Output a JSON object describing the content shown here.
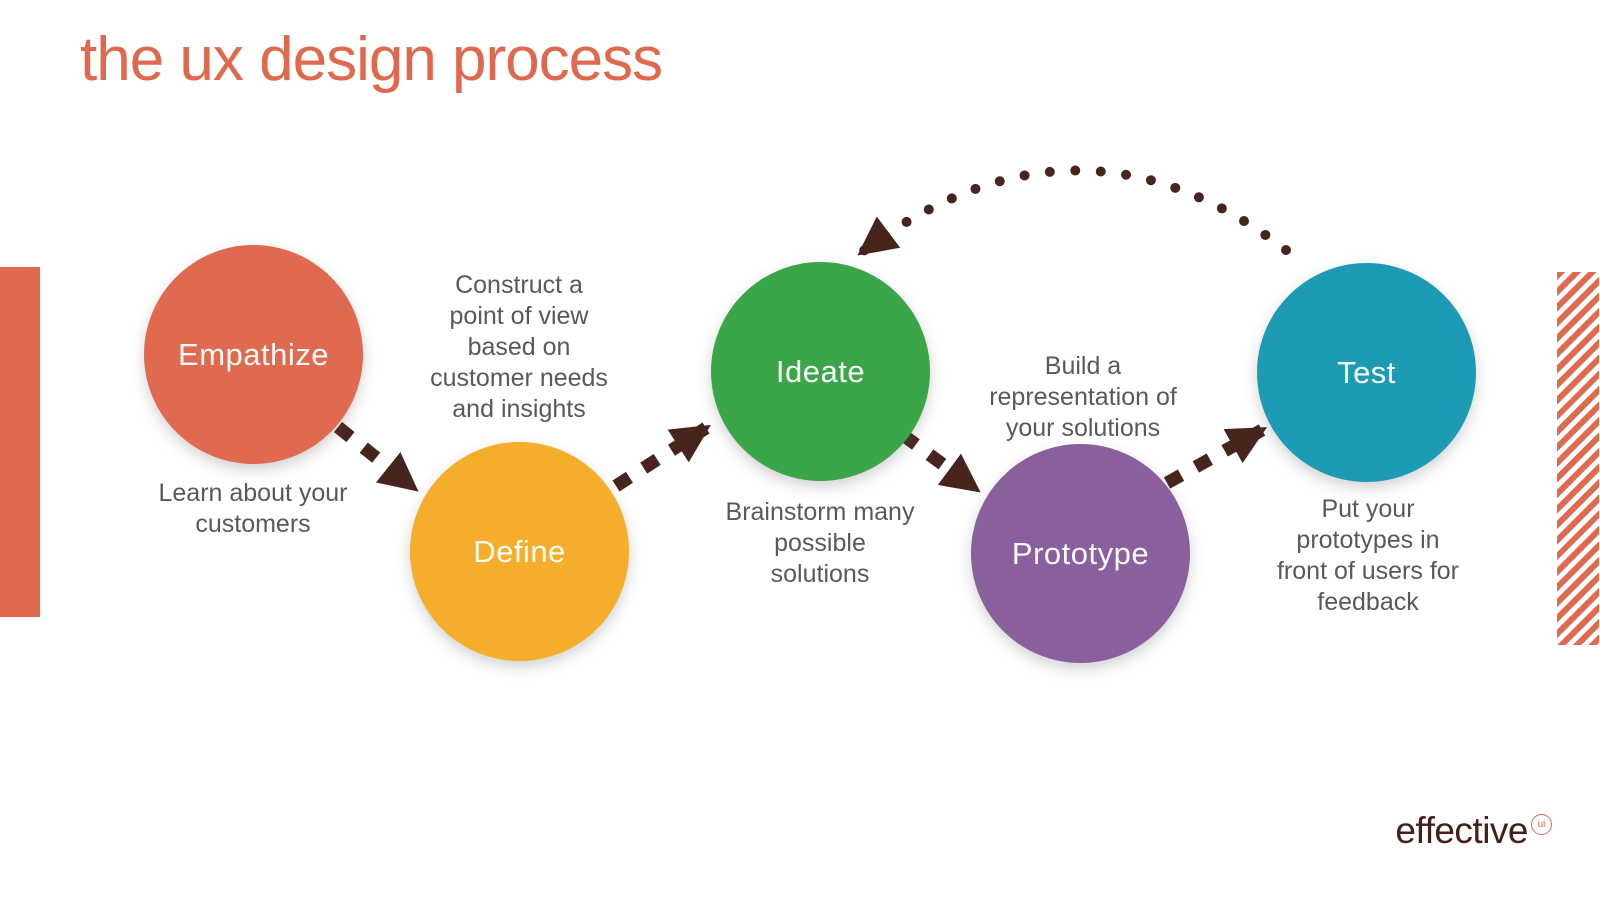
{
  "title": "the ux design process",
  "colors": {
    "coral": "#DF6A50",
    "amber": "#F4AE2B",
    "green": "#3BA54A",
    "purple": "#8A5F9D",
    "teal": "#1D9BB5",
    "arrow_brown": "#47241C",
    "description_text_gray": "#58595B",
    "logo_brown": "#432019",
    "logo_badge_orange": "#E0684C"
  },
  "steps": [
    {
      "label": "Empathize",
      "color": "#DF6A50",
      "description": "Learn about your\ncustomers"
    },
    {
      "label": "Define",
      "color": "#F4AE2B",
      "description": "Construct a\npoint of view\nbased on\ncustomer needs\nand insights"
    },
    {
      "label": "Ideate",
      "color": "#3BA54A",
      "description": "Brainstorm many\npossible\nsolutions"
    },
    {
      "label": "Prototype",
      "color": "#8A5F9D",
      "description": "Build a\nrepresentation of\nyour solutions"
    },
    {
      "label": "Test",
      "color": "#1D9BB5",
      "description": "Put your\nprototypes in\nfront of users for\nfeedback"
    }
  ],
  "logo": {
    "text": "effective",
    "badge": "ui"
  }
}
